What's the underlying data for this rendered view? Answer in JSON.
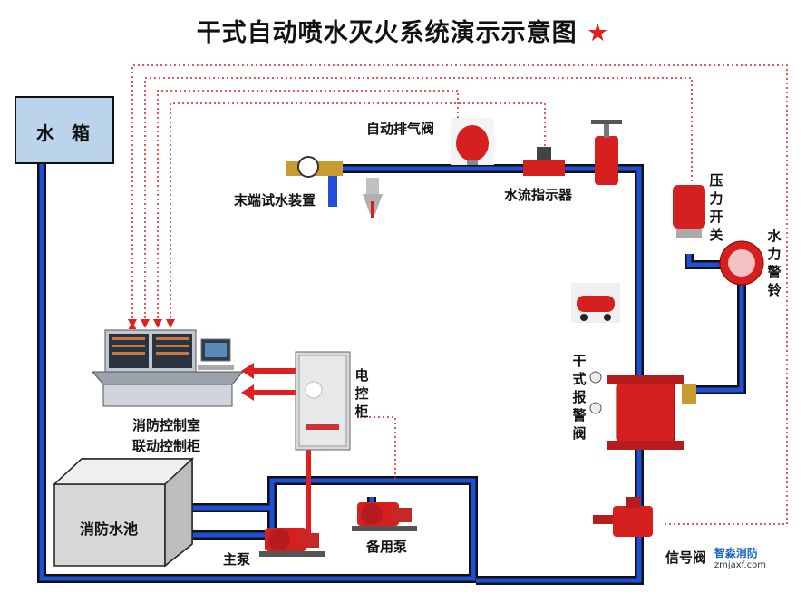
{
  "title": "干式自动喷水灭火系统演示示意图",
  "title_star": "★",
  "components": {
    "water_tank": "水 箱",
    "auto_vent_valve": "自动排气阀",
    "end_test_device": "末端试水装置",
    "water_flow_indicator": "水流指示器",
    "pressure_switch": "压力开关",
    "water_motor_alarm": "水力警铃",
    "dry_alarm_valve": "干式报警阀",
    "control_cabinet": "电控柜",
    "fire_control_room_line1": "消防控制室",
    "fire_control_room_line2": "联动控制柜",
    "fire_pool": "消防水池",
    "main_pump": "主泵",
    "standby_pump": "备用泵",
    "signal_valve": "信号阀"
  },
  "brand": {
    "name": "智淼消防",
    "url": "zmjaxf.com"
  },
  "colors": {
    "pipe_fill": "#1f4fd8",
    "pipe_edge": "#111111",
    "signal": "#e02020",
    "equipment": "#d61f1f",
    "tank": "#bcd3ec"
  }
}
